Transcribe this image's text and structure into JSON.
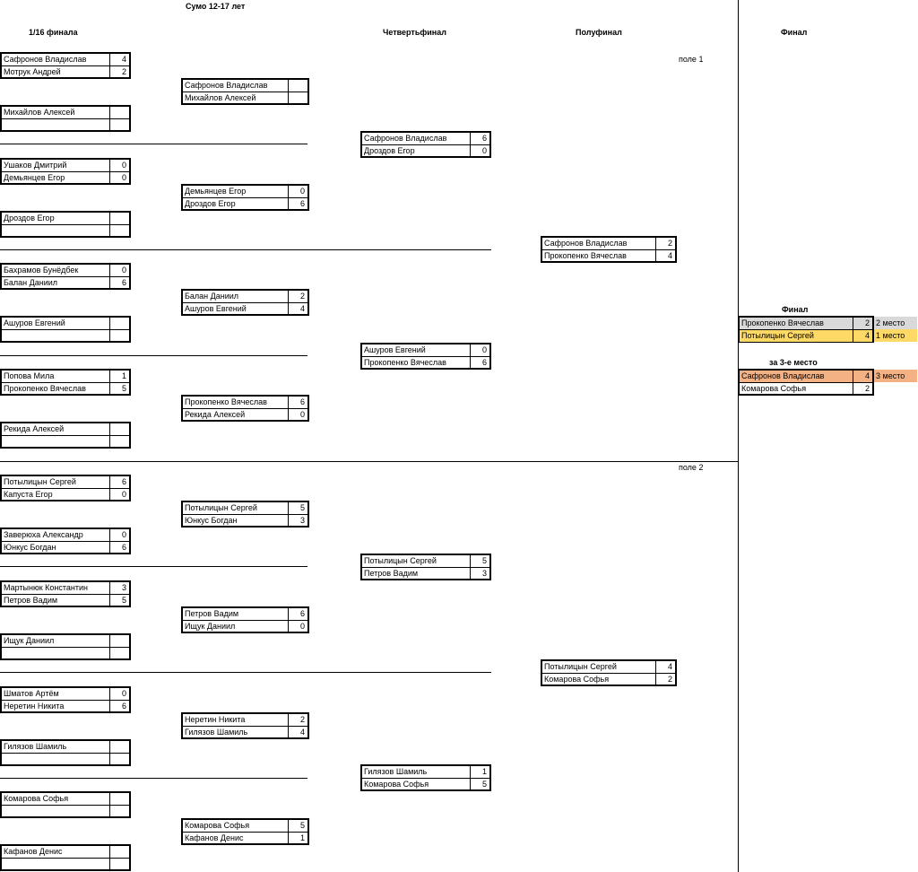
{
  "title": "Сумо 12-17 лет",
  "headers": {
    "round16": "1/16 финала",
    "quarter": "Четвертьфинал",
    "semi": "Полуфинал",
    "final": "Финал"
  },
  "fields": {
    "field1": "поле 1",
    "field2": "поле 2"
  },
  "round16": [
    {
      "p1": "Сафронов Владислав",
      "s1": "4",
      "p2": "Мотрук Андрей",
      "s2": "2"
    },
    {
      "p1": "Михайлов Алексей",
      "s1": "",
      "p2": "",
      "s2": ""
    },
    {
      "p1": "Ушаков Дмитрий",
      "s1": "0",
      "p2": "Демьянцев Егор",
      "s2": "0"
    },
    {
      "p1": "Дроздов Егор",
      "s1": "",
      "p2": "",
      "s2": ""
    },
    {
      "p1": "Бахрамов Бунёдбек",
      "s1": "0",
      "p2": "Балан Даниил",
      "s2": "6"
    },
    {
      "p1": "Ашуров Евгений",
      "s1": "",
      "p2": "",
      "s2": ""
    },
    {
      "p1": "Попова Мила",
      "s1": "1",
      "p2": "Прокопенко Вячеслав",
      "s2": "5"
    },
    {
      "p1": "Рекида Алексей",
      "s1": "",
      "p2": "",
      "s2": ""
    },
    {
      "p1": "Потылицын Сергей",
      "s1": "6",
      "p2": "Капуста Егор",
      "s2": "0"
    },
    {
      "p1": "Заверюха Александр",
      "s1": "0",
      "p2": "Юнкус Богдан",
      "s2": "6"
    },
    {
      "p1": "Мартынюк Константин",
      "s1": "3",
      "p2": "Петров Вадим",
      "s2": "5"
    },
    {
      "p1": "Ищук Даниил",
      "s1": "",
      "p2": "",
      "s2": ""
    },
    {
      "p1": "Шматов Артём",
      "s1": "0",
      "p2": "Неретин Никита",
      "s2": "6"
    },
    {
      "p1": "Гилязов Шамиль",
      "s1": "",
      "p2": "",
      "s2": ""
    },
    {
      "p1": "Комарова Софья",
      "s1": "",
      "p2": "",
      "s2": ""
    },
    {
      "p1": "Кафанов Денис",
      "s1": "",
      "p2": "",
      "s2": ""
    }
  ],
  "round8": [
    {
      "p1": "Сафронов Владислав",
      "s1": "",
      "p2": "Михайлов Алексей",
      "s2": ""
    },
    {
      "p1": "Демьянцев Егор",
      "s1": "0",
      "p2": "Дроздов Егор",
      "s2": "6"
    },
    {
      "p1": "Балан Даниил",
      "s1": "2",
      "p2": "Ашуров Евгений",
      "s2": "4"
    },
    {
      "p1": "Прокопенко Вячеслав",
      "s1": "6",
      "p2": "Рекида Алексей",
      "s2": "0"
    },
    {
      "p1": "Потылицын Сергей",
      "s1": "5",
      "p2": "Юнкус Богдан",
      "s2": "3"
    },
    {
      "p1": "Петров Вадим",
      "s1": "6",
      "p2": "Ищук Даниил",
      "s2": "0"
    },
    {
      "p1": "Неретин Никита",
      "s1": "2",
      "p2": "Гилязов Шамиль",
      "s2": "4"
    },
    {
      "p1": "Комарова Софья",
      "s1": "5",
      "p2": "Кафанов Денис",
      "s2": "1"
    }
  ],
  "quarter": [
    {
      "p1": "Сафронов Владислав",
      "s1": "6",
      "p2": "Дроздов Егор",
      "s2": "0"
    },
    {
      "p1": "Ашуров Евгений",
      "s1": "0",
      "p2": "Прокопенко Вячеслав",
      "s2": "6"
    },
    {
      "p1": "Потылицын Сергей",
      "s1": "5",
      "p2": "Петров Вадим",
      "s2": "3"
    },
    {
      "p1": "Гилязов Шамиль",
      "s1": "1",
      "p2": "Комарова Софья",
      "s2": "5"
    }
  ],
  "semi": [
    {
      "p1": "Сафронов Владислав",
      "s1": "2",
      "p2": "Прокопенко Вячеслав",
      "s2": "4"
    },
    {
      "p1": "Потылицын Сергей",
      "s1": "4",
      "p2": "Комарова Софья",
      "s2": "2"
    }
  ],
  "final": {
    "label": "Финал",
    "p1": "Прокопенко Вячеслав",
    "s1": "2",
    "place1": "2 место",
    "p2": "Потылицын Сергей",
    "s2": "4",
    "place2": "1 место"
  },
  "third": {
    "label": "за 3-е место",
    "p1": "Сафронов Владислав",
    "s1": "4",
    "place1": "3 место",
    "p2": "Комарова Софья",
    "s2": "2"
  },
  "colors": {
    "silver": "#d9d9d9",
    "gold": "#ffd966",
    "bronze": "#f4b183"
  }
}
